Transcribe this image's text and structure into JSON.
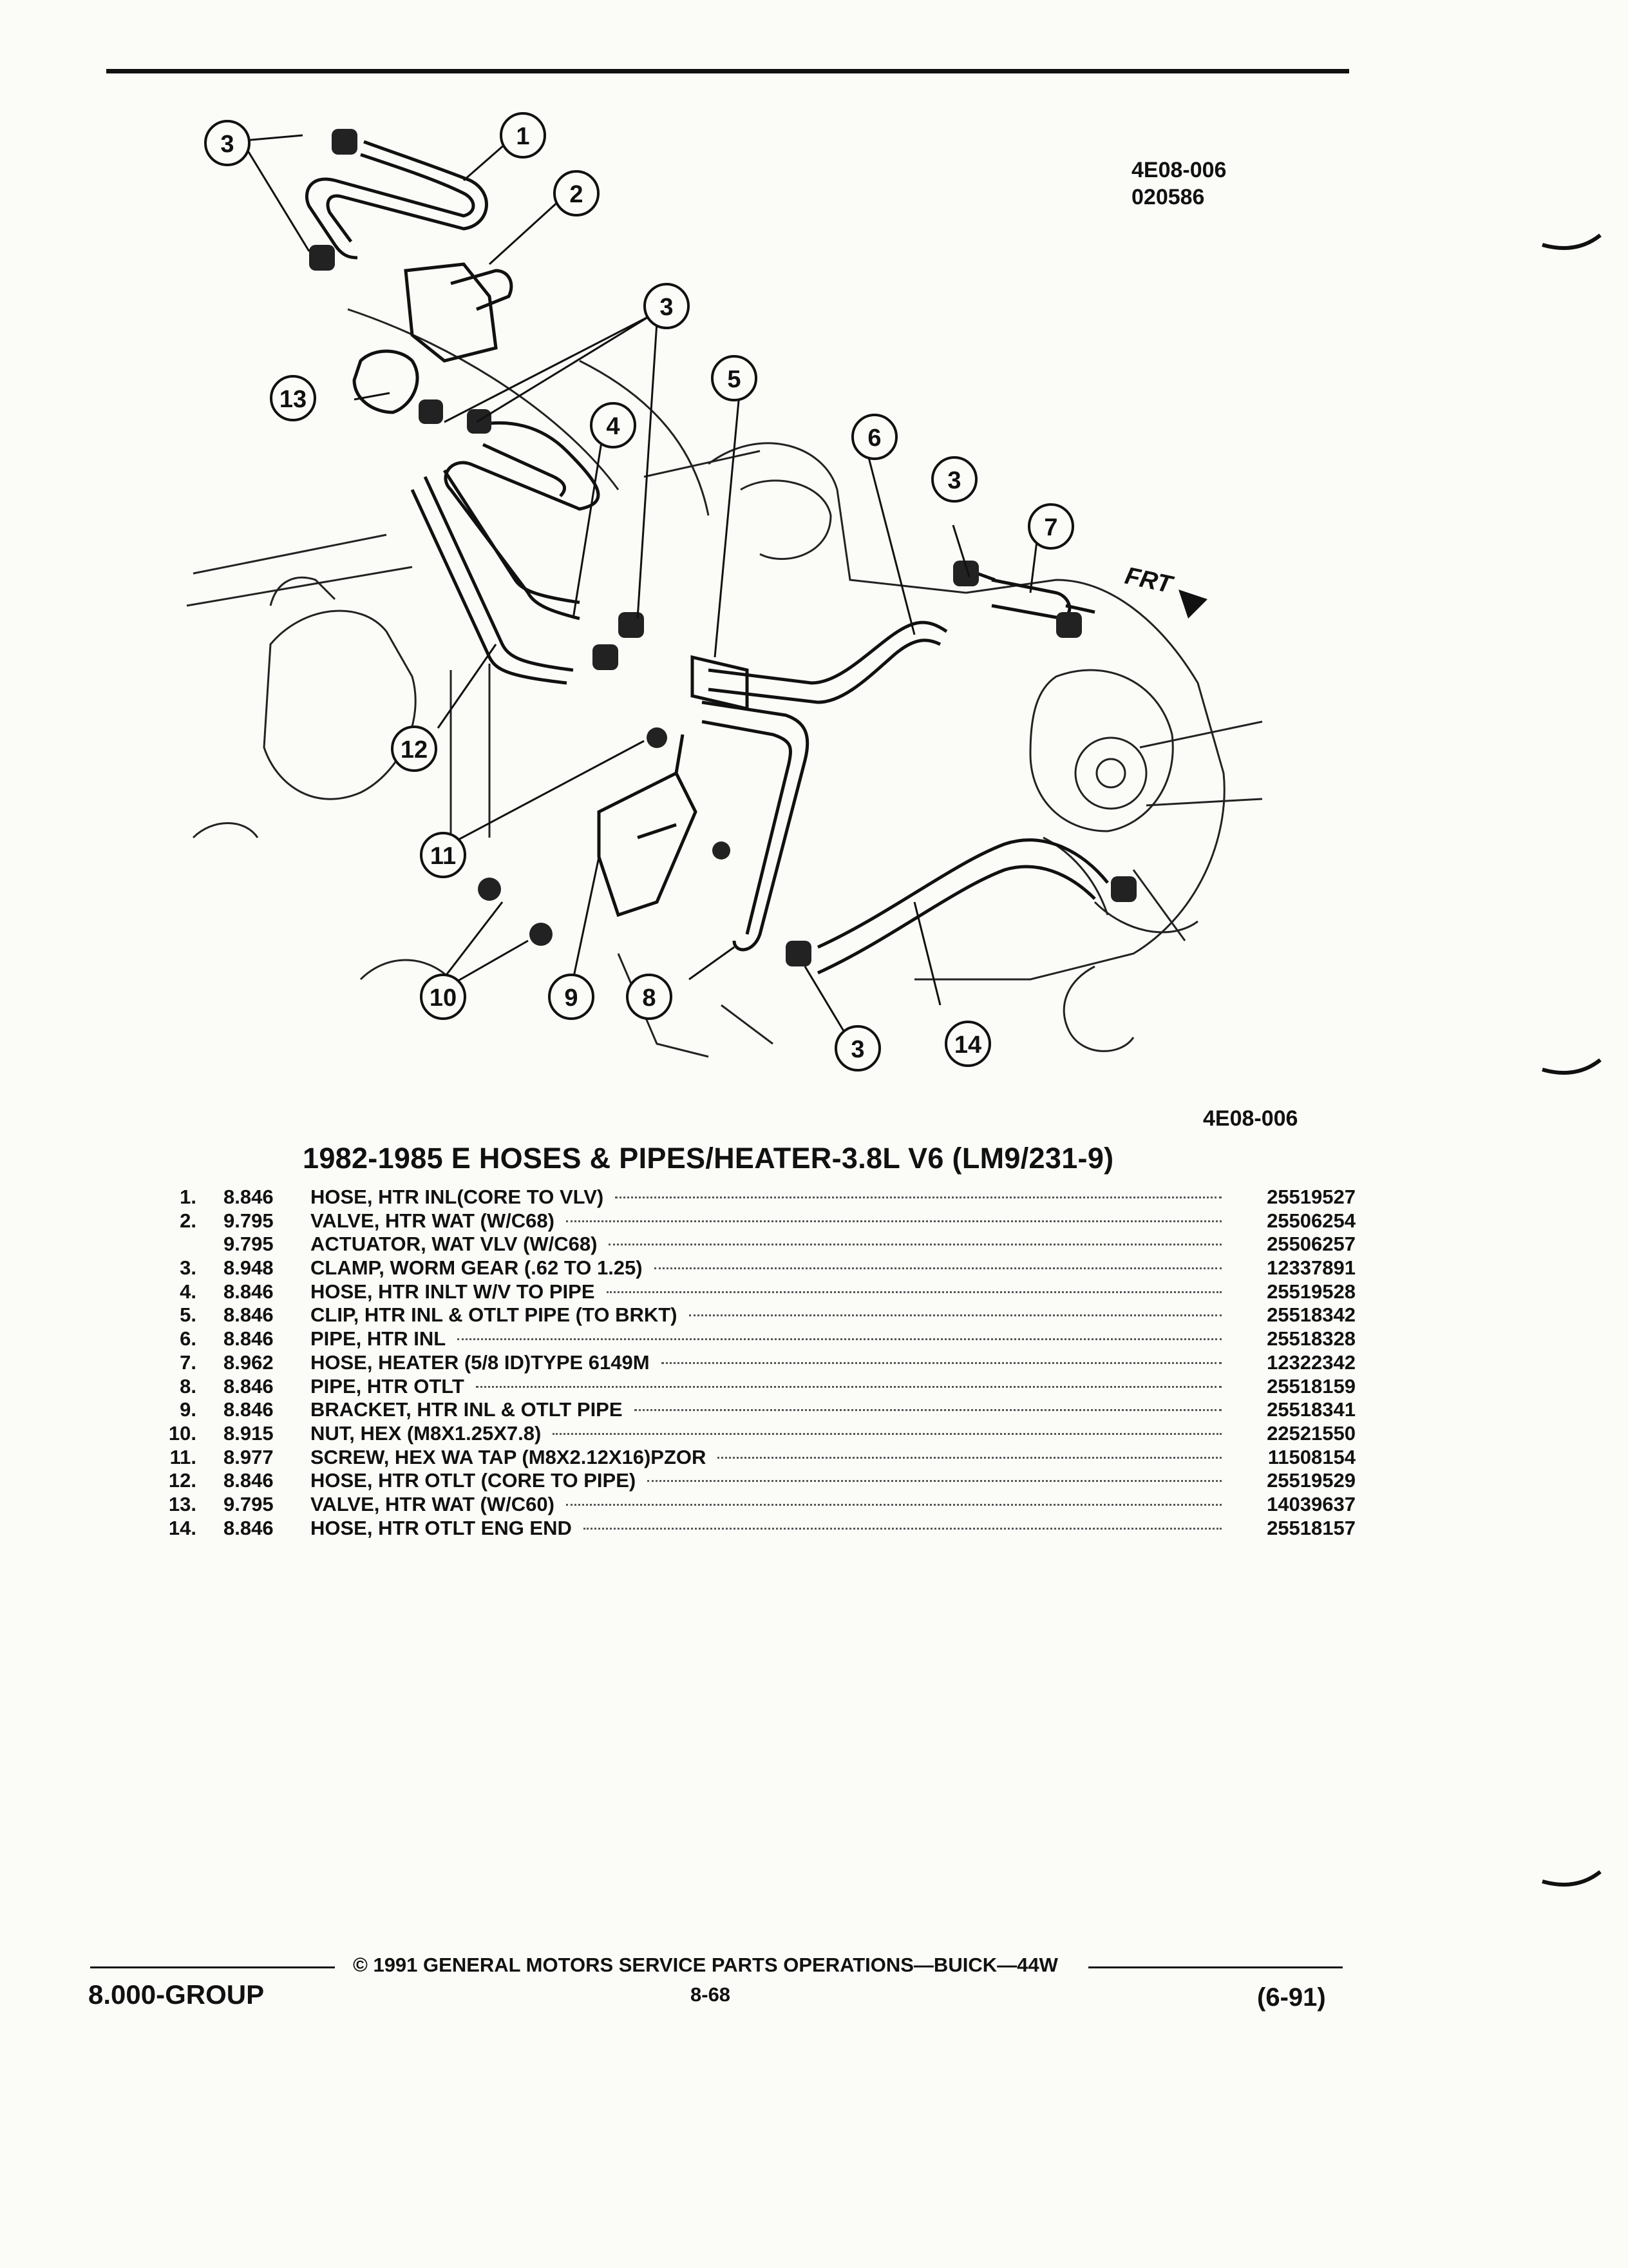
{
  "header": {
    "diagram_ref_line1": "4E08-006",
    "diagram_ref_line2": "020586"
  },
  "figure": {
    "code": "4E08-006",
    "frt_label": "FRT",
    "callouts": [
      "1",
      "2",
      "3",
      "3",
      "3",
      "3",
      "3",
      "4",
      "5",
      "6",
      "7",
      "8",
      "9",
      "10",
      "11",
      "12",
      "13",
      "14"
    ]
  },
  "section_title": "1982-1985 E HOSES & PIPES/HEATER-3.8L V6 (LM9/231-9)",
  "parts": [
    {
      "num": "1.",
      "group": "8.846",
      "name": "HOSE",
      "desc": ", HTR INL(CORE TO VLV)",
      "part_no": "25519527"
    },
    {
      "num": "2.",
      "group": "9.795",
      "name": "VALVE",
      "desc": ", HTR WAT (W/C68)",
      "part_no": "25506254"
    },
    {
      "num": "",
      "group": "9.795",
      "name": "ACTUATOR",
      "desc": ", WAT VLV (W/C68)",
      "part_no": "25506257"
    },
    {
      "num": "3.",
      "group": "8.948",
      "name": "CLAMP",
      "desc": ", WORM GEAR (.62 TO 1.25)",
      "part_no": "12337891"
    },
    {
      "num": "4.",
      "group": "8.846",
      "name": "HOSE",
      "desc": ", HTR INLT W/V TO PIPE",
      "part_no": "25519528"
    },
    {
      "num": "5.",
      "group": "8.846",
      "name": "CLIP",
      "desc": ", HTR INL & OTLT PIPE (TO BRKT)",
      "part_no": "25518342"
    },
    {
      "num": "6.",
      "group": "8.846",
      "name": "PIPE",
      "desc": ", HTR INL",
      "part_no": "25518328"
    },
    {
      "num": "7.",
      "group": "8.962",
      "name": "HOSE",
      "desc": ", HEATER (5/8 ID)TYPE 6149M",
      "part_no": "12322342"
    },
    {
      "num": "8.",
      "group": "8.846",
      "name": "PIPE",
      "desc": ", HTR OTLT",
      "part_no": "25518159"
    },
    {
      "num": "9.",
      "group": "8.846",
      "name": "BRACKET",
      "desc": ", HTR INL & OTLT PIPE",
      "part_no": "25518341"
    },
    {
      "num": "10.",
      "group": "8.915",
      "name": "NUT",
      "desc": ", HEX (M8X1.25X7.8)",
      "part_no": "22521550"
    },
    {
      "num": "11.",
      "group": "8.977",
      "name": "SCREW",
      "desc": ", HEX WA TAP (M8X2.12X16)PZOR",
      "part_no": "11508154"
    },
    {
      "num": "12.",
      "group": "8.846",
      "name": "HOSE",
      "desc": ", HTR OTLT (CORE TO PIPE)",
      "part_no": "25519529"
    },
    {
      "num": "13.",
      "group": "9.795",
      "name": "VALVE",
      "desc": ", HTR WAT (W/C60)",
      "part_no": "14039637"
    },
    {
      "num": "14.",
      "group": "8.846",
      "name": "HOSE",
      "desc": ", HTR OTLT ENG END",
      "part_no": "25518157"
    }
  ],
  "footer": {
    "copyright": "© 1991 GENERAL MOTORS SERVICE PARTS OPERATIONS—BUICK—44W",
    "group": "8.000-GROUP",
    "page": "8-68",
    "date": "(6-91)"
  }
}
